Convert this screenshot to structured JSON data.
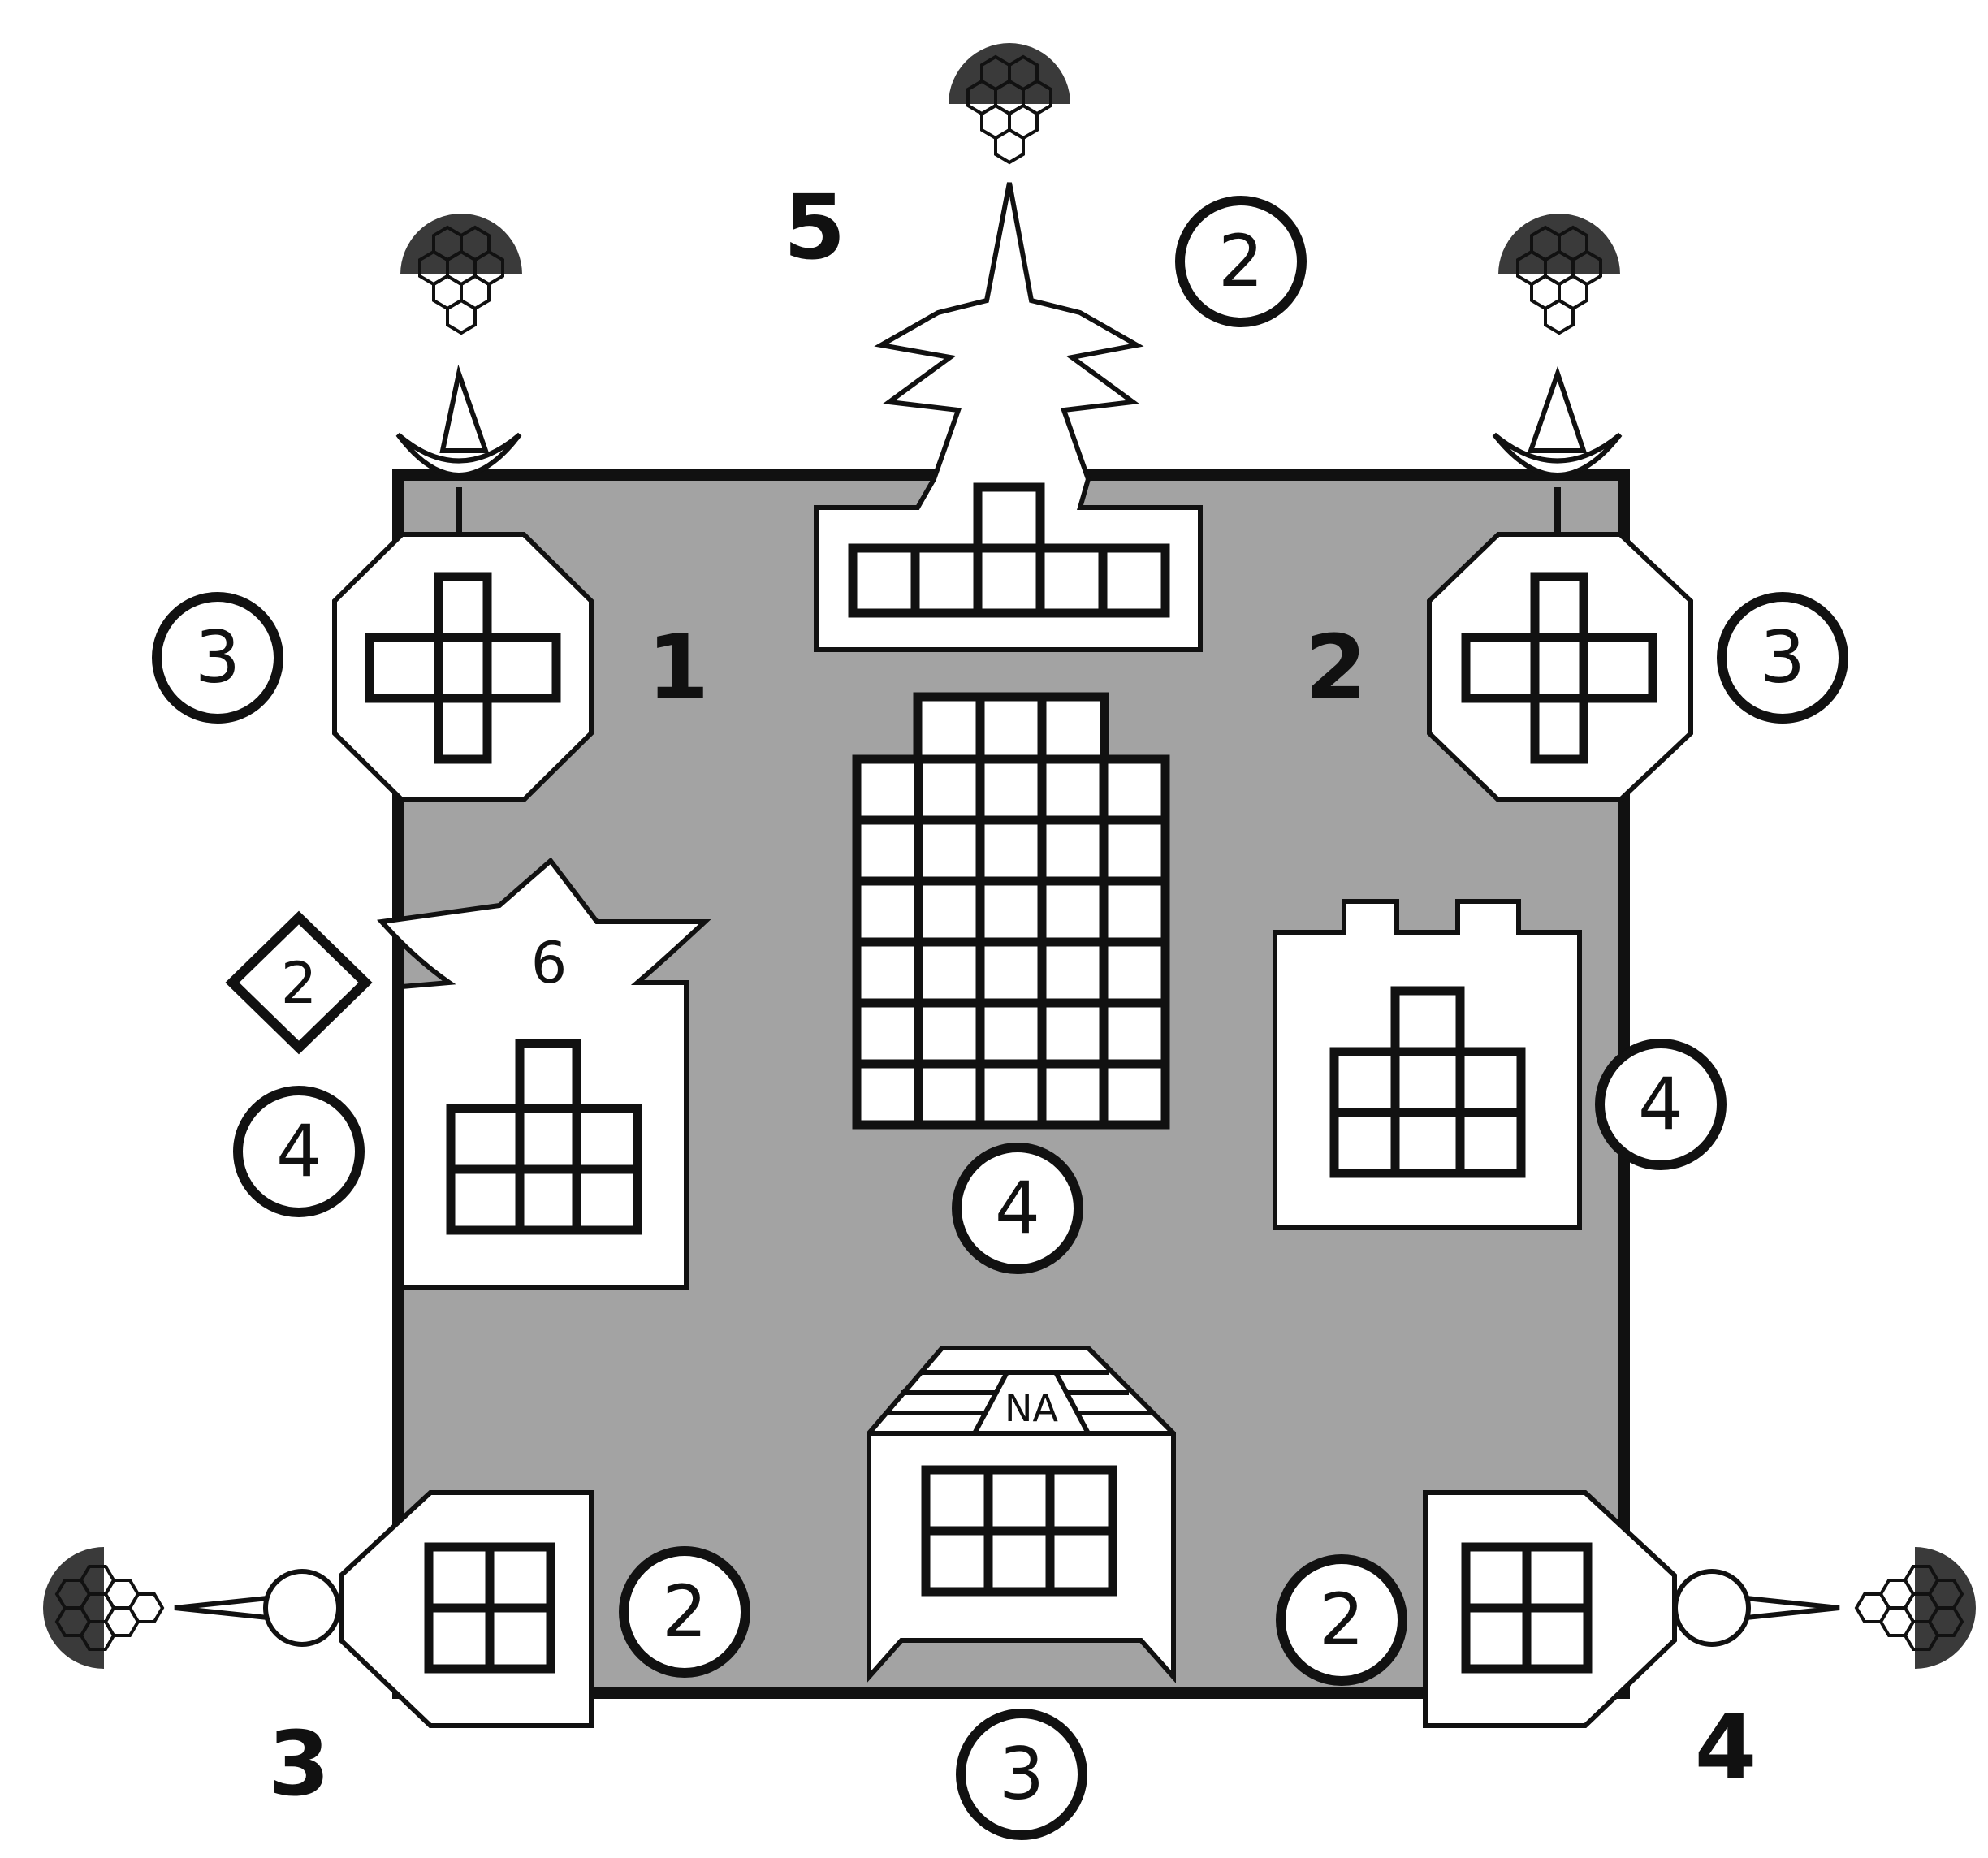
{
  "board": {
    "colors": {
      "board_fill": "#a3a3a3",
      "outline": "#111111",
      "building_fill": "#ffffff",
      "dome_dark": "#3a3a3a"
    },
    "player_markers": [
      "1",
      "2",
      "3",
      "4",
      "5"
    ],
    "cost_circles": {
      "top": "2",
      "top_left": "3",
      "top_right": "3",
      "left": "4",
      "center": "4",
      "right": "4",
      "bottom_left": "2",
      "bottom_right": "2",
      "bottom": "3"
    },
    "diamond_badge": "2",
    "pagoda_label": "6",
    "temple_label": "NA"
  }
}
